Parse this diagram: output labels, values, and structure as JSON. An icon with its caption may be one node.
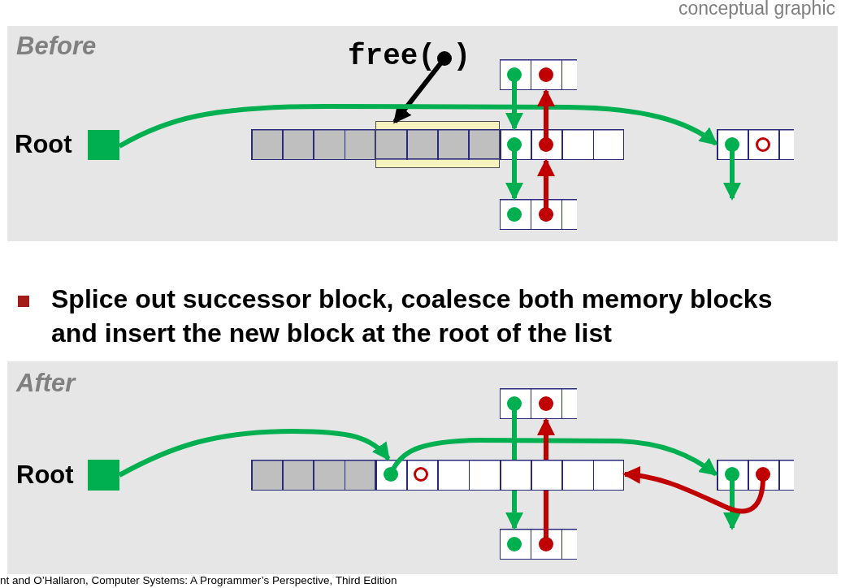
{
  "diagram": {
    "nodes": [
      {
        "text": [
          "Before"
        ]
      },
      {
        "text": [
          "free( )"
        ],
        "in": 0
      },
      {
        "text": [],
        "shape": "box",
        "in": 0
      },
      {
        "text": [],
        "shape": "box",
        "beside": [
          "Root"
        ],
        "in": 0
      },
      {
        "text": [],
        "shape": "box",
        "in": 0
      },
      {
        "text": [],
        "shape": "box",
        "in": 0
      },
      {
        "text": [],
        "shape": "box",
        "in": 0
      },
      {
        "text": [],
        "shape": "box",
        "in": 0
      },
      {
        "text": [],
        "shape": "box",
        "in": 0
      },
      {
        "text": [
          "After"
        ]
      },
      {
        "text": [],
        "shape": "box",
        "in": 9
      },
      {
        "text": [],
        "shape": "box",
        "beside": [
          "Root"
        ],
        "in": 9
      },
      {
        "text": [],
        "shape": "box",
        "in": 9
      },
      {
        "text": [],
        "shape": "box",
        "in": 9
      },
      {
        "text": [],
        "shape": "box",
        "in": 9
      },
      {
        "text": [],
        "shape": "box",
        "in": 9
      }
    ],
    "edges": [
      {
        "from": 1,
        "to": 5,
        "arrow": "to",
        "color": "#000000"
      },
      {
        "from": 3,
        "to": 7,
        "arrow": "to"
      },
      {
        "from": 2,
        "to": 6,
        "arrow": "to"
      },
      {
        "from": 6,
        "to": 2,
        "arrow": "to",
        "color": "#c00000"
      },
      {
        "from": 6,
        "to": 8,
        "arrow": "to"
      },
      {
        "from": 8,
        "to": 6,
        "arrow": "to",
        "color": "#c00000"
      },
      {
        "from": 7,
        "to": null,
        "arrow": "to"
      },
      {
        "from": 11,
        "to": 13,
        "arrow": "to"
      },
      {
        "from": 13,
        "to": 14,
        "arrow": "to"
      },
      {
        "from": 10,
        "to": 13,
        "arrow": "other"
      },
      {
        "from": 13,
        "to": 15,
        "arrow": "to"
      },
      {
        "from": 15,
        "to": 13,
        "arrow": "other",
        "color": "#c00000"
      },
      {
        "from": 13,
        "to": 10,
        "arrow": "to",
        "color": "#c00000"
      },
      {
        "from": 14,
        "to": null,
        "arrow": "to"
      },
      {
        "from": 14,
        "to": 13,
        "arrow": "to",
        "color": "#c00000"
      }
    ],
    "labels": [
      "conceptual graphic",
      "Splice out successor block, coalesce both memory blocks and insert the new block at the root of the list",
      "nt and O’Hallaron, Computer Systems: A Programmer’s Perspective, Third Edition"
    ]
  }
}
